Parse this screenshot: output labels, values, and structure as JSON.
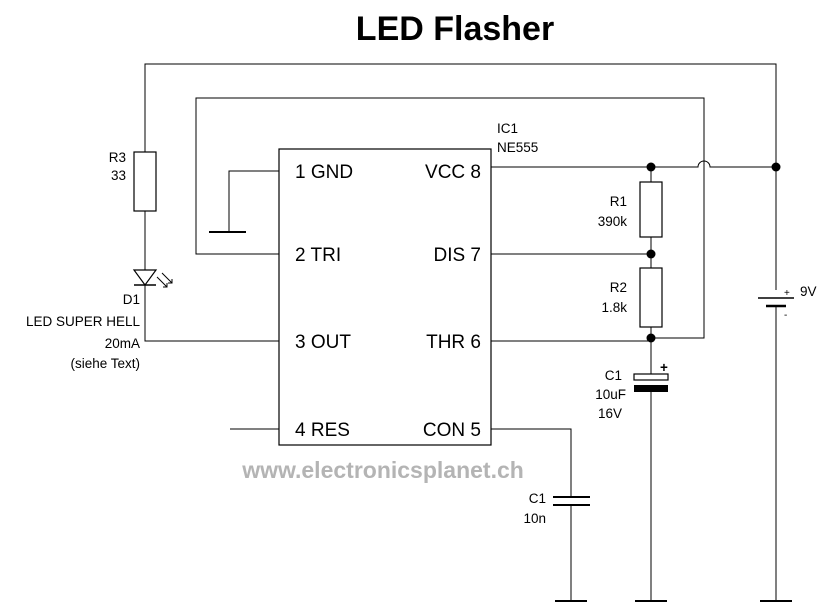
{
  "title": "LED Flasher",
  "watermark": "www.electronicsplanet.ch",
  "ic": {
    "ref": "IC1",
    "type": "NE555",
    "pins": {
      "p1": "1 GND",
      "p2": "2 TRI",
      "p3": "3 OUT",
      "p4": "4 RES",
      "p5": "CON 5",
      "p6": "THR 6",
      "p7": "DIS 7",
      "p8": "VCC 8"
    }
  },
  "r3": {
    "ref": "R3",
    "value": "33"
  },
  "d1": {
    "ref": "D1",
    "desc": "LED SUPER HELL",
    "current": "20mA",
    "note": "(siehe Text)"
  },
  "r1": {
    "ref": "R1",
    "value": "390k"
  },
  "r2": {
    "ref": "R2",
    "value": "1.8k"
  },
  "c1_timing": {
    "ref": "C1",
    "value": "10uF",
    "voltage": "16V",
    "polarity": "+"
  },
  "c1_control": {
    "ref": "C1",
    "value": "10n"
  },
  "battery": {
    "value": "9V",
    "plus": "+",
    "minus": "-"
  }
}
